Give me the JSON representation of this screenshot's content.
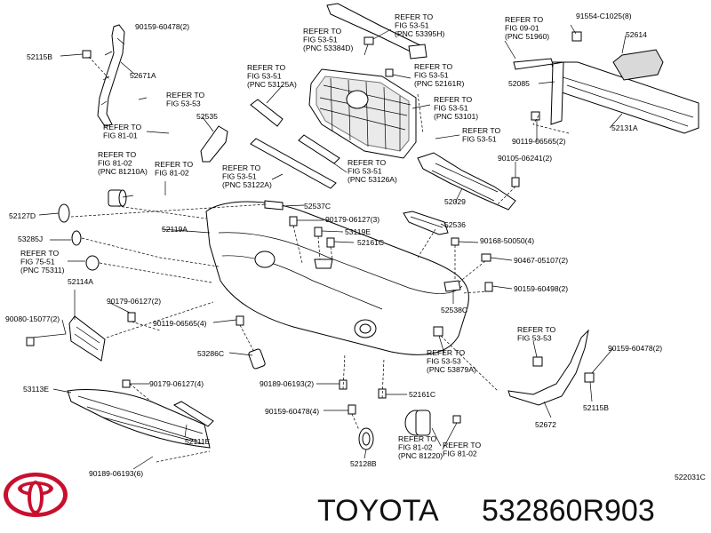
{
  "diagram": {
    "drawing_code": "522031C",
    "labels": {
      "p90159_60478_top": "90159-60478(2)",
      "p52115B_left": "52115B",
      "p52671A": "52671A",
      "ref_fig5353_left": [
        "REFER TO",
        "FIG 53-53"
      ],
      "ref_fig8101_a": [
        "REFER TO",
        "FIG 81-01"
      ],
      "p52535": "52535",
      "ref_fig8102_a": [
        "REFER TO",
        "FIG 81-02",
        "(PNC 81210A)"
      ],
      "ref_fig8102_b": [
        "REFER TO",
        "FIG 81-02"
      ],
      "p52127D": "52127D",
      "p52119A": "52119A",
      "p53285J": "53285J",
      "ref_fig7551": [
        "REFER TO",
        "FIG 75-51",
        "(PNC 75311)"
      ],
      "p52114A": "52114A",
      "p90179_06127_2": "90179-06127(2)",
      "p90080_15077": "90080-15077(2)",
      "p90119_06565_4": "90119-06565(4)",
      "p53286C": "53286C",
      "p53113E": "53113E",
      "p90179_06127_4": "90179-06127(4)",
      "p52111E": "52111E",
      "p90189_06193_6": "90189-06193(6)",
      "ref_53395H": [
        "REFER TO",
        "FIG 53-51",
        "(PNC 53395H)"
      ],
      "ref_53384D": [
        "REFER TO",
        "FIG 53-51",
        "(PNC 53384D)"
      ],
      "ref_53125A": [
        "REFER TO",
        "FIG 53-51",
        "(PNC 53125A)"
      ],
      "ref_52161R": [
        "REFER TO",
        "FIG 53-51",
        "(PNC 52161R)"
      ],
      "ref_53101": [
        "REFER TO",
        "FIG 53-51",
        "(PNC 53101)"
      ],
      "ref_fig5351_plain": [
        "REFER TO",
        "FIG 53-51"
      ],
      "ref_53122A": [
        "REFER TO",
        "FIG 53-51",
        "(PNC 53122A)"
      ],
      "ref_53126A": [
        "REFER TO",
        "FIG 53-51",
        "(PNC 53126A)"
      ],
      "p52537C": "52537C",
      "p90179_06127_3": "90179-06127(3)",
      "p53119E": "53119E",
      "p52161C_top": "52161C",
      "p52536": "52536",
      "p52029": "52029",
      "ref_fig0901": [
        "REFER TO",
        "FIG 09-01",
        "(PNC 51960)"
      ],
      "p91554_C1025": "91554-C1025(8)",
      "p52614": "52614",
      "p52085": "52085",
      "p90119_06565_2": "90119-06565(2)",
      "p52131A": "52131A",
      "p90105_06241": "90105-06241(2)",
      "p90168_50050": "90168-50050(4)",
      "p90467_05107": "90467-05107(2)",
      "p90159_60498": "90159-60498(2)",
      "p52538C": "52538C",
      "ref_fig5353_right": [
        "REFER TO",
        "FIG 53-53"
      ],
      "ref_53879A": [
        "REFER TO",
        "FIG 53-53",
        "(PNC 53879A)"
      ],
      "p90159_60478_right": "90159-60478(2)",
      "p52115B_right": "52115B",
      "p52672": "52672",
      "p90189_06193_2": "90189-06193(2)",
      "p52161C_bottom": "52161C",
      "p90159_60478_4": "90159-60478(4)",
      "ref_81220": [
        "REFER TO",
        "FIG 81-02",
        "(PNC 81220)"
      ],
      "ref_fig8102_c": [
        "REFER TO",
        "FIG 81-02"
      ],
      "p52128B": "52128B"
    }
  },
  "footer": {
    "brand": "TOYOTA",
    "part_number": "532860R903",
    "logo_color": "#c8102e"
  }
}
